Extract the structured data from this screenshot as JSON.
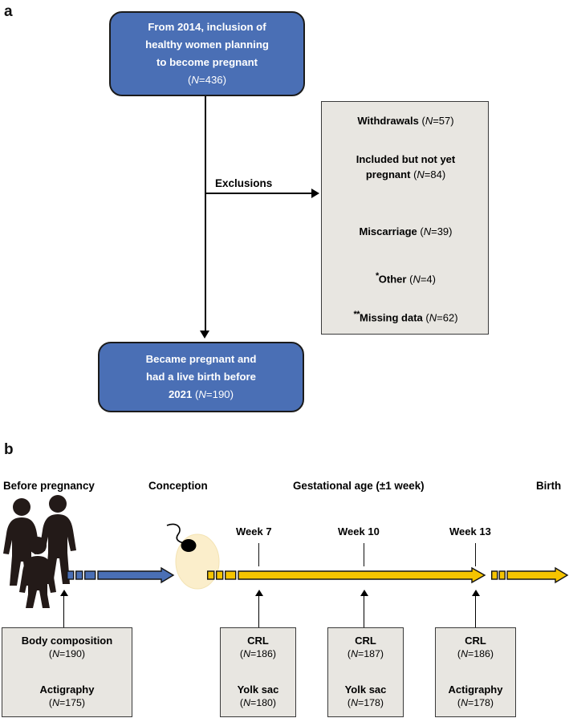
{
  "panel_a": {
    "letter": "a",
    "top_box": {
      "lines": [
        "From 2014, inclusion of",
        "healthy women planning",
        "to become pregnant"
      ],
      "n_label": "(N=436)",
      "n_prefix": "(",
      "n_italic": "N",
      "n_value": "=436)",
      "color": "#4a6fb5"
    },
    "exclusions_label": "Exclusions",
    "exclusions_box": {
      "bg": "#e8e6e1",
      "items": [
        {
          "marker": "",
          "lines": [
            "Withdrawals"
          ],
          "n": "(N=57)",
          "n_value": "=57)"
        },
        {
          "marker": "",
          "lines": [
            "Included but not yet",
            "pregnant"
          ],
          "n": "(N=84)",
          "n_value": "=84)"
        },
        {
          "marker": "",
          "lines": [
            "Miscarriage"
          ],
          "n": "(N=39)",
          "n_value": "=39)"
        },
        {
          "marker": "*",
          "lines": [
            "Other"
          ],
          "n": "(N=4)",
          "n_value": "=4)"
        },
        {
          "marker": "**",
          "lines": [
            "Missing data"
          ],
          "n": "(N=62)",
          "n_value": "=62)"
        }
      ]
    },
    "bottom_box": {
      "lines": [
        "Became pregnant and",
        "had a live birth before"
      ],
      "last_line_bold": "2021",
      "n_label": "(N=190)",
      "n_value": "=190)",
      "color": "#4a6fb5"
    }
  },
  "panel_b": {
    "letter": "b",
    "headers": [
      {
        "label": "Before pregnancy"
      },
      {
        "label": "Conception"
      },
      {
        "label": "Gestational age (±1 week)"
      },
      {
        "label": "Birth"
      }
    ],
    "week_ticks": [
      {
        "label": "Week 7"
      },
      {
        "label": "Week 10"
      },
      {
        "label": "Week 13"
      }
    ],
    "arrow_colors": {
      "prepregnancy": "#4a6fb5",
      "gestation": "#f5c400",
      "egg": "#fbeecb",
      "sperm": "#000000"
    },
    "measure_boxes": [
      {
        "rows": [
          {
            "title": "Body composition",
            "n": "(N=190)",
            "n_value": "=190)"
          },
          {
            "title": "Actigraphy",
            "n": "(N=175)",
            "n_value": "=175)"
          }
        ]
      },
      {
        "rows": [
          {
            "title": "CRL",
            "n": "(N=186)",
            "n_value": "=186)"
          },
          {
            "title": "Yolk sac",
            "n": "(N=180)",
            "n_value": "=180)"
          }
        ]
      },
      {
        "rows": [
          {
            "title": "CRL",
            "n": "(N=187)",
            "n_value": "=187)"
          },
          {
            "title": "Yolk sac",
            "n": "(N=178)",
            "n_value": "=178)"
          }
        ]
      },
      {
        "rows": [
          {
            "title": "CRL",
            "n": "(N=186)",
            "n_value": "=186)"
          },
          {
            "title": "Actigraphy",
            "n": "(N=178)",
            "n_value": "=178)"
          }
        ]
      }
    ]
  }
}
